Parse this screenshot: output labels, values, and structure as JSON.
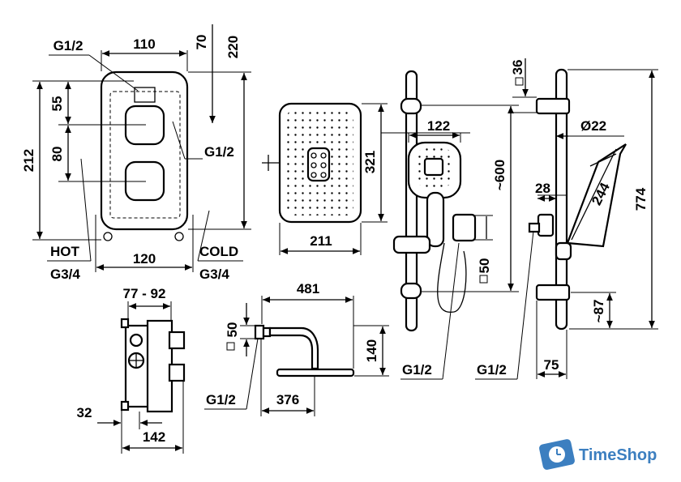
{
  "control_panel": {
    "inlet_top": "G1/2",
    "width": "110",
    "offset_top": "70",
    "total_height": "220",
    "spacing_upper": "55",
    "spacing_lower": "80",
    "height_212": "212",
    "inlet_side": "G1/2",
    "hot_label": "HOT",
    "hot_thread": "G3/4",
    "inlet_spacing": "120",
    "cold_label": "COLD",
    "cold_thread": "G3/4"
  },
  "overhead_front": {
    "height": "321",
    "width": "211"
  },
  "handshower": {
    "head_width": "122",
    "rail_length": "~600",
    "outlet_size": "50",
    "outlet_thread": "G1/2"
  },
  "rail_side": {
    "bracket_size": "36",
    "diameter": "Ø22",
    "offset": "28",
    "handle_length": "244",
    "total_height": "774",
    "lower_bracket": "~87",
    "depth": "75",
    "outlet_thread": "G1/2"
  },
  "concealed_box": {
    "depth_range": "77 - 92",
    "offset": "32",
    "width": "142"
  },
  "overhead_side": {
    "arm_length": "481",
    "flange_size": "50",
    "height": "140",
    "inlet_thread": "G1/2",
    "head_size": "376"
  },
  "watermark": {
    "brand": "TimeShop",
    "color": "#3c7fc0"
  }
}
